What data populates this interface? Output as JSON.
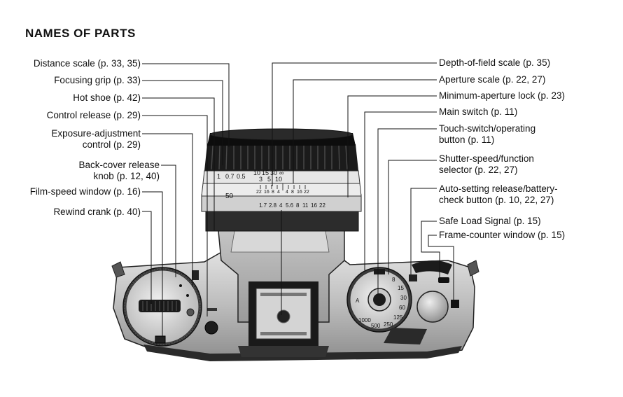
{
  "page": {
    "title": "NAMES OF PARTS"
  },
  "left_labels": [
    {
      "lines": [
        "Distance scale (p. 33, 35)"
      ]
    },
    {
      "lines": [
        "Focusing grip (p. 33)"
      ]
    },
    {
      "lines": [
        "Hot shoe (p. 42)"
      ]
    },
    {
      "lines": [
        "Control release (p. 29)"
      ]
    },
    {
      "lines": [
        "Exposure-adjustment",
        "control (p. 29)"
      ]
    },
    {
      "lines": [
        "Back-cover release",
        "knob (p. 12, 40)"
      ]
    },
    {
      "lines": [
        "Film-speed window (p. 16)"
      ]
    },
    {
      "lines": [
        "Rewind crank (p. 40)"
      ]
    }
  ],
  "right_labels": [
    {
      "lines": [
        "Depth-of-field scale (p. 35)"
      ]
    },
    {
      "lines": [
        "Aperture scale (p. 22, 27)"
      ]
    },
    {
      "lines": [
        "Minimum-aperture lock (p. 23)"
      ]
    },
    {
      "lines": [
        "Main switch (p. 11)"
      ]
    },
    {
      "lines": [
        "Touch-switch/operating",
        "button (p. 11)"
      ]
    },
    {
      "lines": [
        "Shutter-speed/function",
        "selector (p. 22, 27)"
      ]
    },
    {
      "lines": [
        "Auto-setting release/battery-",
        "check button (p. 10, 22, 27)"
      ]
    },
    {
      "lines": [
        "Safe Load Signal (p. 15)"
      ]
    },
    {
      "lines": [
        "Frame-counter window (p. 15)"
      ]
    }
  ],
  "lens": {
    "distance_scale": [
      "1",
      "0.7",
      "0.5",
      "10",
      "15",
      "30",
      "∞",
      "3",
      "5",
      "10"
    ],
    "aperture_row": [
      "1.7",
      "2.8",
      "4",
      "5.6",
      "8",
      "11",
      "16",
      "22"
    ],
    "dof_row": [
      "22",
      "16",
      "8",
      "4",
      "4",
      "8",
      "16",
      "22"
    ],
    "focal": "50"
  },
  "dial": {
    "speeds": [
      "A",
      "1000",
      "500",
      "250",
      "125",
      "60",
      "30",
      "15",
      "8"
    ]
  }
}
